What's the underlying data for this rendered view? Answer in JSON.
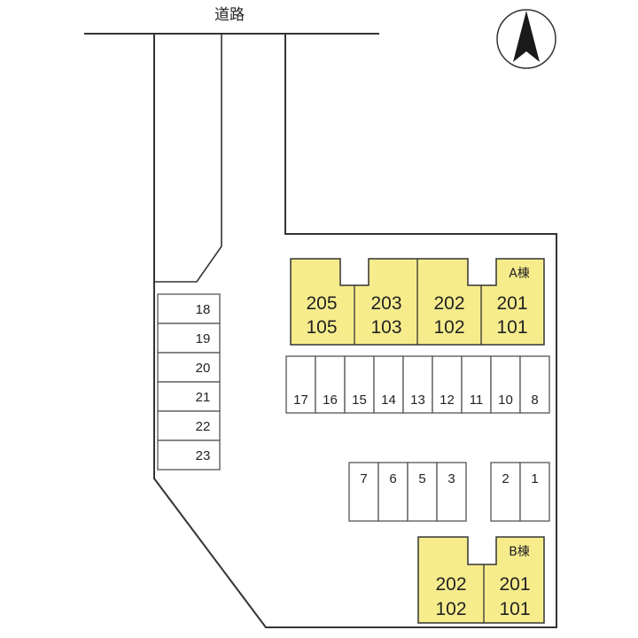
{
  "road_label": "道路",
  "north_arrow_icon": "north-arrow-icon",
  "colors": {
    "unit_fill": "#F6EC8C",
    "line": "#333333"
  },
  "building_a": {
    "label": "A棟",
    "units": [
      {
        "top": "205",
        "bottom": "105"
      },
      {
        "top": "203",
        "bottom": "103"
      },
      {
        "top": "202",
        "bottom": "102"
      },
      {
        "top": "201",
        "bottom": "101"
      }
    ]
  },
  "building_b": {
    "label": "B棟",
    "units": [
      {
        "top": "202",
        "bottom": "102"
      },
      {
        "top": "201",
        "bottom": "101"
      }
    ]
  },
  "parking": {
    "left_column": [
      "18",
      "19",
      "20",
      "21",
      "22",
      "23"
    ],
    "middle_row": [
      "17",
      "16",
      "15",
      "14",
      "13",
      "12",
      "11",
      "10",
      "8"
    ],
    "lower_group_left": [
      "7",
      "6",
      "5",
      "3"
    ],
    "lower_group_right": [
      "2",
      "1"
    ]
  }
}
